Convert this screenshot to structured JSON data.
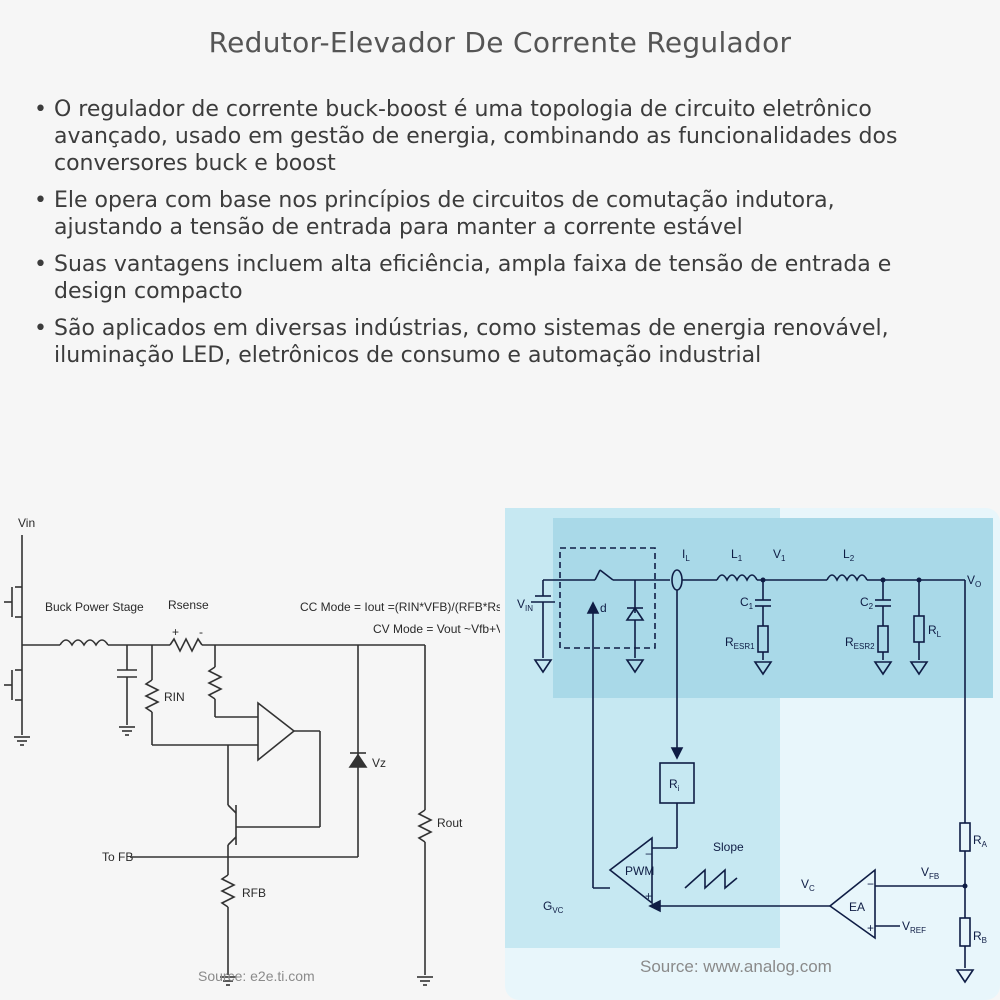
{
  "title": "Redutor-Elevador De Corrente Regulador",
  "bullets": [
    "O regulador de corrente buck-boost é uma topologia de circuito eletrônico avançado, usado em gestão de energia, combinando as funcionalidades dos conversores buck e boost",
    "Ele opera com base nos princípios de circuitos de comutação indutora, ajustando a tensão de entrada para manter a corrente estável",
    "Suas vantagens incluem alta eficiência, ampla faixa de tensão de entrada e design compacto",
    "São aplicados em diversas indústrias, como sistemas de energia renovável, iluminação LED, eletrônicos de consumo e automação industrial"
  ],
  "left_diagram": {
    "vin": "Vin",
    "buck_stage": "Buck Power Stage",
    "rsense": "Rsense",
    "plus": "+",
    "minus": "-",
    "cc_mode": "CC Mode = Iout =(RIN*VFB)/(RFB*Rsense)",
    "cv_mode": "CV Mode = Vout ~Vfb+Vz",
    "rin": "RIN",
    "vz": "Vz",
    "rout": "Rout",
    "to_fb": "To FB",
    "rfb": "RFB",
    "source": "Source: e2e.ti.com"
  },
  "right_diagram": {
    "il": "I",
    "il_sub": "L",
    "l1": "L",
    "l1_sub": "1",
    "v1": "V",
    "v1_sub": "1",
    "l2": "L",
    "l2_sub": "2",
    "vo": "V",
    "vo_sub": "O",
    "vin": "V",
    "vin_sub": "IN",
    "d": "d",
    "c1": "C",
    "c1_sub": "1",
    "c2": "C",
    "c2_sub": "2",
    "resr1": "R",
    "resr1_sub": "ESR1",
    "resr2": "R",
    "resr2_sub": "ESR2",
    "rl": "R",
    "rl_sub": "L",
    "ri": "R",
    "ri_sub": "i",
    "slope": "Slope",
    "pwm": "PWM",
    "vc": "V",
    "vc_sub": "C",
    "vfb": "V",
    "vfb_sub": "FB",
    "ea": "EA",
    "vref": "V",
    "vref_sub": "REF",
    "ra": "R",
    "ra_sub": "A",
    "rb": "R",
    "rb_sub": "B",
    "gvc": "G",
    "gvc_sub": "VC",
    "minus": "−",
    "plus": "+",
    "source": "Source: www.analog.com"
  },
  "colors": {
    "panel_bg": "#e8f6fb",
    "panel_shade": "#c6e8f2",
    "wire_blue": "#0f1d45"
  }
}
